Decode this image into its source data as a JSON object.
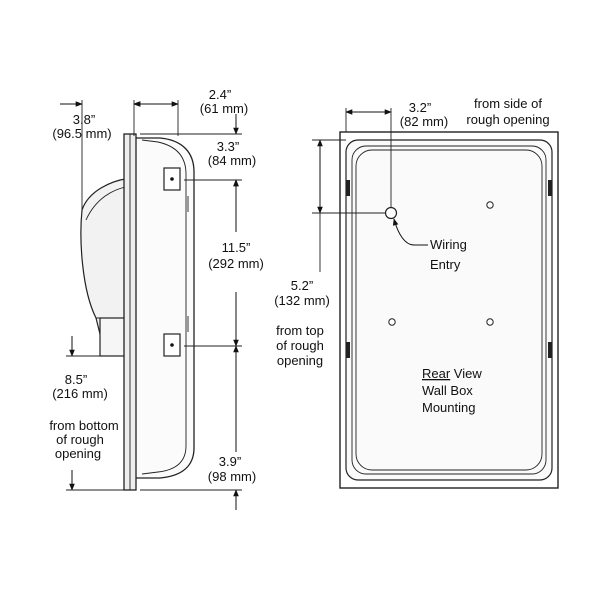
{
  "side_view": {
    "dim_depth_in": "3.8”",
    "dim_depth_mm": "(96.5 mm)",
    "dim_flange_in": "2.4”",
    "dim_flange_mm": "(61 mm)",
    "dim_top_bracket_in": "3.3”",
    "dim_top_bracket_mm": "(84 mm)",
    "dim_bracket_spacing_in": "11.5”",
    "dim_bracket_spacing_mm": "(292 mm)",
    "dim_bottom_in": "8.5”",
    "dim_bottom_mm": "(216 mm)",
    "note_bottom": [
      "from bottom",
      "of rough",
      "opening"
    ],
    "dim_bottom_bracket_in": "3.9”",
    "dim_bottom_bracket_mm": "(98 mm)"
  },
  "rear_view": {
    "dim_side_in": "3.2”",
    "dim_side_mm": "(82 mm)",
    "note_side": [
      "from side of",
      "rough opening"
    ],
    "wiring_label": [
      "Wiring",
      "Entry"
    ],
    "dim_top_in": "5.2”",
    "dim_top_mm": "(132 mm)",
    "note_top": [
      "from top",
      "of rough",
      "opening"
    ],
    "title_emphasis": "Rear",
    "title_rest": " View",
    "title_lines": [
      "Wall Box",
      "Mounting"
    ]
  }
}
